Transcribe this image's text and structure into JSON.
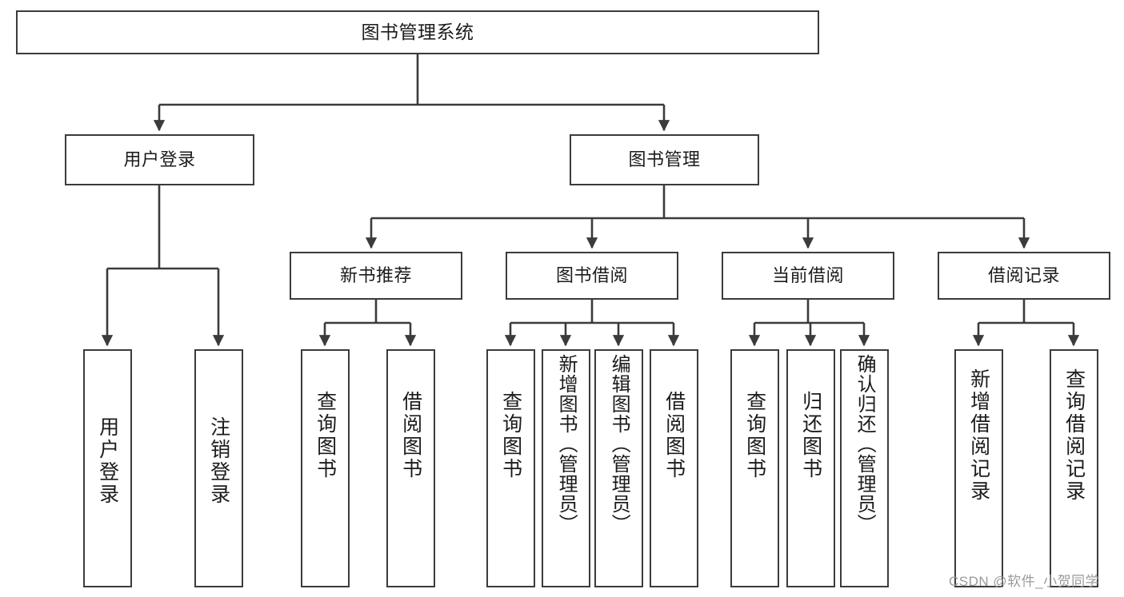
{
  "diagram": {
    "type": "tree",
    "title": "图书管理系统",
    "watermark": "CSDN @软件_小贺同学",
    "colors": {
      "stroke": "#3b3b3b",
      "fill": "#ffffff",
      "text": "#1b1b1b",
      "watermark": "#9a9a9a"
    },
    "root": {
      "label": "图书管理系统"
    },
    "level2": [
      {
        "label": "用户登录"
      },
      {
        "label": "图书管理"
      }
    ],
    "level3": [
      {
        "label": "新书推荐"
      },
      {
        "label": "图书借阅"
      },
      {
        "label": "当前借阅"
      },
      {
        "label": "借阅记录"
      }
    ],
    "leaves": {
      "user_login": [
        {
          "label": "用户登录"
        },
        {
          "label": "注销登录"
        }
      ],
      "new_book": [
        {
          "label": "查询图书"
        },
        {
          "label": "借阅图书"
        }
      ],
      "book_borrow": [
        {
          "label": "查询图书"
        },
        {
          "label": "新增图书（管理员）"
        },
        {
          "label": "编辑图书（管理员）"
        },
        {
          "label": "借阅图书"
        }
      ],
      "current_borrow": [
        {
          "label": "查询图书"
        },
        {
          "label": "归还图书"
        },
        {
          "label": "确认归还（管理员）"
        }
      ],
      "borrow_record": [
        {
          "label": "新增借阅记录"
        },
        {
          "label": "查询借阅记录"
        }
      ]
    }
  }
}
